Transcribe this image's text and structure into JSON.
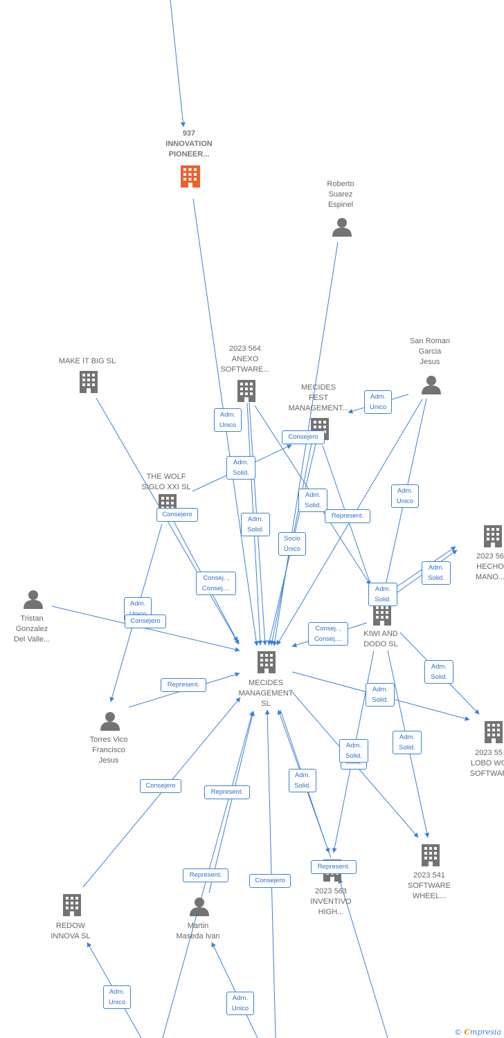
{
  "colors": {
    "edge": "#3b80d8",
    "building": "#737373",
    "highlight": "#f0602c",
    "person": "#737373"
  },
  "nodes": [
    {
      "id": "n937",
      "type": "building",
      "highlight": true,
      "lines": [
        "937",
        "INNOVATION",
        "PIONEER..."
      ]
    },
    {
      "id": "roberto",
      "type": "person",
      "lines": [
        "Roberto",
        "Suarez",
        "Espinel"
      ]
    },
    {
      "id": "makeit",
      "type": "building",
      "lines": [
        "MAKE IT BIG  SL"
      ]
    },
    {
      "id": "n564",
      "type": "building",
      "lines": [
        "2023 564",
        "ANEXO",
        "SOFTWARE..."
      ]
    },
    {
      "id": "sanroman",
      "type": "person",
      "lines": [
        "San Roman",
        "Garcia",
        "Jesus"
      ]
    },
    {
      "id": "mecidesfest",
      "type": "building",
      "lines": [
        "MECIDES",
        "FEST",
        "MANAGEMENT..."
      ]
    },
    {
      "id": "wolf",
      "type": "building",
      "lines": [
        "THE WOLF",
        "SIGLO XXI  SL"
      ]
    },
    {
      "id": "hecho",
      "type": "building",
      "lines": [
        "2023 56",
        "HECHO",
        "MANO..."
      ]
    },
    {
      "id": "tristan",
      "type": "person",
      "lines": [
        "Tristan",
        "Gonzalez",
        "Del Valle..."
      ]
    },
    {
      "id": "kiwi",
      "type": "building",
      "lines": [
        "KIWI AND",
        "DODO  SL"
      ]
    },
    {
      "id": "mecides",
      "type": "building",
      "lines": [
        "MECIDES",
        "MANAGEMENT",
        "SL"
      ]
    },
    {
      "id": "torres",
      "type": "person",
      "lines": [
        "Torres Vico",
        "Francisco",
        "Jesus"
      ]
    },
    {
      "id": "lobo",
      "type": "building",
      "lines": [
        "2023 55",
        "LOBO WO",
        "SOFTWAR"
      ]
    },
    {
      "id": "n541",
      "type": "building",
      "lines": [
        "2023 541",
        "SOFTWARE",
        "WHEEL..."
      ]
    },
    {
      "id": "n563",
      "type": "building",
      "lines": [
        "2023 563",
        "INVENTIVO",
        "HIGH..."
      ]
    },
    {
      "id": "redow",
      "type": "building",
      "lines": [
        "REDOW",
        "INNOVA  SL"
      ]
    },
    {
      "id": "martin",
      "type": "person",
      "lines": [
        "Martin",
        "Maseda Ivan"
      ]
    }
  ],
  "edge_labels": [
    {
      "id": "e1",
      "lines": [
        "Adm.",
        "Unico"
      ]
    },
    {
      "id": "e2",
      "lines": [
        "Adm.",
        "Unico"
      ]
    },
    {
      "id": "e3",
      "lines": [
        "Consejero"
      ]
    },
    {
      "id": "e4",
      "lines": [
        "Adm.",
        "Solid."
      ]
    },
    {
      "id": "e5",
      "lines": [
        "Consejero"
      ]
    },
    {
      "id": "e6",
      "lines": [
        "Adm.",
        "Solid."
      ]
    },
    {
      "id": "e7",
      "lines": [
        "Adm.",
        "Solid."
      ]
    },
    {
      "id": "e8",
      "lines": [
        "Represent."
      ]
    },
    {
      "id": "e9",
      "lines": [
        "Adm.",
        "Unico"
      ]
    },
    {
      "id": "e10",
      "lines": [
        "Socio",
        "Único"
      ]
    },
    {
      "id": "e11",
      "lines": [
        "Consej. ,",
        "Consej...."
      ]
    },
    {
      "id": "e12",
      "lines": [
        "Adm.",
        "Solid."
      ]
    },
    {
      "id": "e13",
      "lines": [
        "Adm.",
        "Solid."
      ]
    },
    {
      "id": "e14",
      "lines": [
        "Adm.",
        "Unico"
      ]
    },
    {
      "id": "e15",
      "lines": [
        "Consejero"
      ]
    },
    {
      "id": "e16",
      "lines": [
        "Consej. ,",
        "Consej...."
      ]
    },
    {
      "id": "e17",
      "lines": [
        "Adm.",
        "Solid."
      ]
    },
    {
      "id": "e18",
      "lines": [
        "Represent."
      ]
    },
    {
      "id": "e19",
      "lines": [
        "Adm.",
        "Solid."
      ]
    },
    {
      "id": "e20",
      "lines": [
        "Adm.",
        "Solid."
      ]
    },
    {
      "id": "e21",
      "lines": [
        "Solid."
      ]
    },
    {
      "id": "e22",
      "lines": [
        "Adm.",
        "Solid."
      ]
    },
    {
      "id": "e23",
      "lines": [
        "Consejero"
      ]
    },
    {
      "id": "e24",
      "lines": [
        "Represent."
      ]
    },
    {
      "id": "e25",
      "lines": [
        "Adm.",
        "Solid."
      ]
    },
    {
      "id": "e26",
      "lines": [
        "Represent."
      ]
    },
    {
      "id": "e27",
      "lines": [
        "Represent."
      ]
    },
    {
      "id": "e28",
      "lines": [
        "Consejero"
      ]
    },
    {
      "id": "e29",
      "lines": [
        "Adm.",
        "Unico"
      ]
    },
    {
      "id": "e30",
      "lines": [
        "Adm.",
        "Unico"
      ]
    }
  ],
  "footer": {
    "copyright": "©",
    "brand_first": "C",
    "brand_rest": "mpresia"
  }
}
